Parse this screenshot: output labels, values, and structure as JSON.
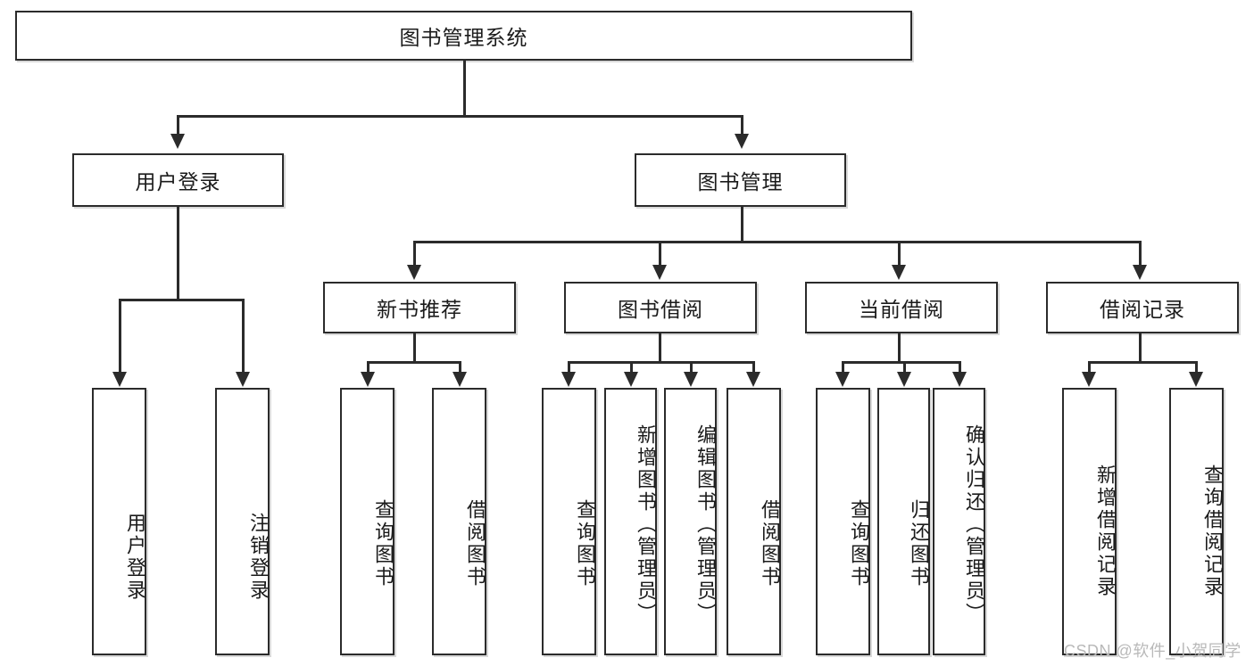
{
  "diagram": {
    "type": "tree-hierarchy-chart",
    "title": "图书管理系统",
    "watermark": "CSDN @软件_小贺同学",
    "colors": {
      "background": "#ffffff",
      "border": "#2b2b2b",
      "text": "#1b1b1b",
      "shadow": "#d9d9d9",
      "watermark": "#b9b9b9"
    },
    "root": {
      "label": "图书管理系统"
    },
    "level2": [
      {
        "label": "用户登录"
      },
      {
        "label": "图书管理"
      }
    ],
    "level3": [
      {
        "label": "新书推荐"
      },
      {
        "label": "图书借阅"
      },
      {
        "label": "当前借阅"
      },
      {
        "label": "借阅记录"
      }
    ],
    "leaves": {
      "user_login": [
        {
          "label": "用户登录"
        },
        {
          "label": "注销登录"
        }
      ],
      "new_book_recommend": [
        {
          "label": "查询图书"
        },
        {
          "label": "借阅图书"
        }
      ],
      "book_borrow": [
        {
          "label": "查询图书"
        },
        {
          "label": "新增图书（管理员）"
        },
        {
          "label": "编辑图书（管理员）"
        },
        {
          "label": "借阅图书"
        }
      ],
      "current_borrow": [
        {
          "label": "查询图书"
        },
        {
          "label": "归还图书"
        },
        {
          "label": "确认归还（管理员）"
        }
      ],
      "borrow_records": [
        {
          "label": "新增借阅记录"
        },
        {
          "label": "查询借阅记录"
        }
      ]
    }
  }
}
